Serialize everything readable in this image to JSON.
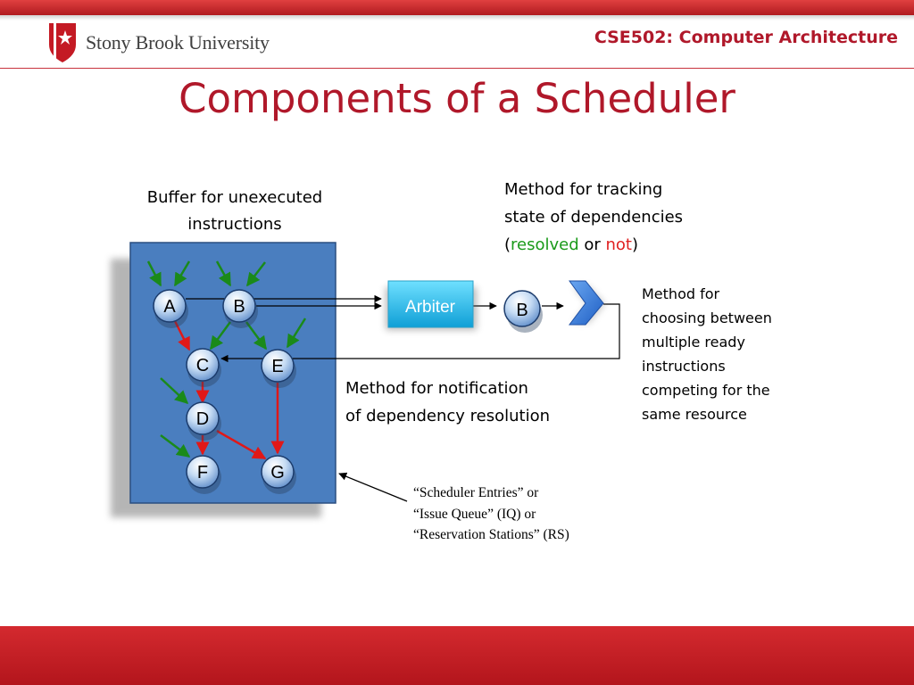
{
  "header": {
    "logo_text": "Stony Brook University",
    "course": "CSE502: Computer Architecture"
  },
  "slide": {
    "title": "Components of a Scheduler"
  },
  "labels": {
    "buffer_line1": "Buffer for unexecuted",
    "buffer_line2": "instructions",
    "tracking_line1": "Method for tracking",
    "tracking_line2": "state of dependencies",
    "tracking_open": "(",
    "tracking_resolved": "resolved",
    "tracking_or": " or ",
    "tracking_not": "not",
    "tracking_close": ")",
    "notify_line1": "Method for notification",
    "notify_line2": "of dependency resolution",
    "choose_lines": [
      "Method for",
      "choosing between",
      "multiple ready",
      "instructions",
      "competing for the",
      "same resource"
    ],
    "entries_lines": [
      "“Scheduler Entries” or",
      "“Issue Queue” (IQ) or",
      "“Reservation Stations” (RS)"
    ]
  },
  "diagram": {
    "arbiter_label": "Arbiter",
    "output_node": "B",
    "nodes": [
      "A",
      "B",
      "C",
      "E",
      "D",
      "F",
      "G"
    ]
  },
  "colors": {
    "brand_red": "#b0182a",
    "buffer_blue": "#4a7ebf",
    "arbiter_cyan": "#1ab8ec",
    "resolved_green": "#1a9a1a",
    "not_red": "#e02020"
  }
}
